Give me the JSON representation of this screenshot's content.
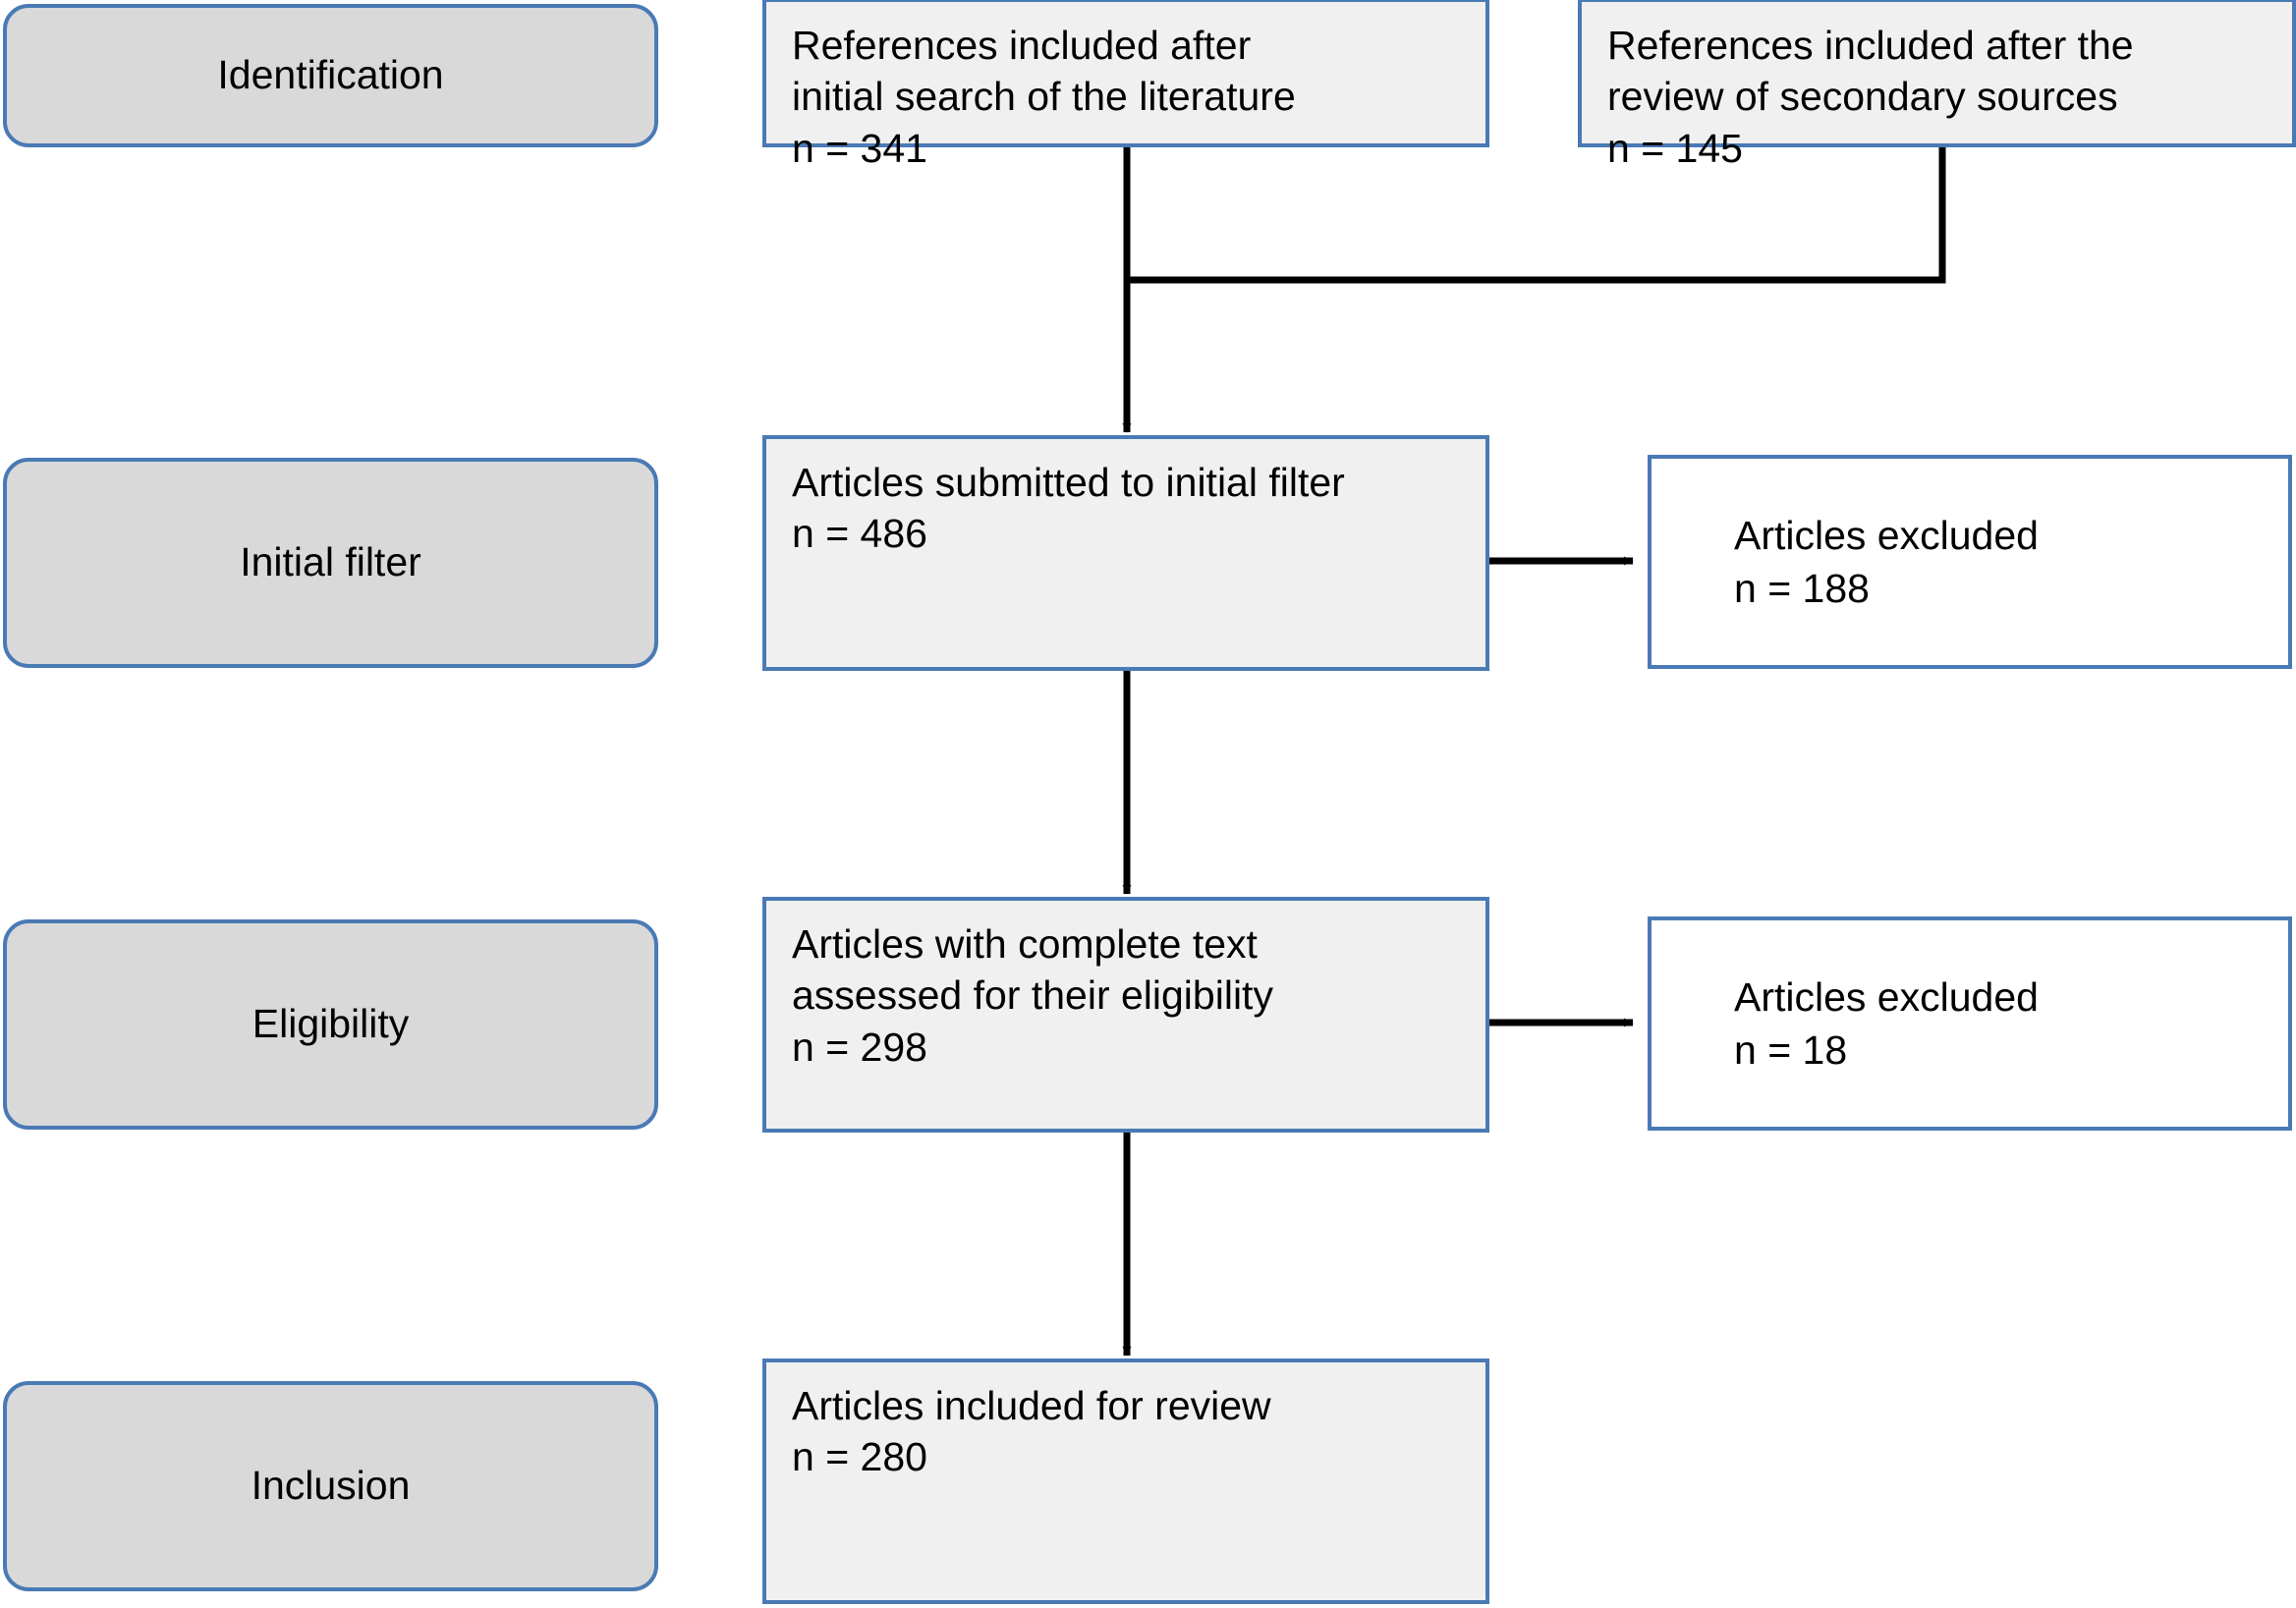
{
  "diagram": {
    "title": "PRISMA study selection flow diagram",
    "colors": {
      "border": "#4a7ab5",
      "stage_fill": "#d9d9d9",
      "content_fill": "#f0f0f0",
      "excluded_fill": "#ffffff",
      "connector": "#000000"
    }
  },
  "stages": [
    {
      "label": "Identification"
    },
    {
      "label": "Initial filter"
    },
    {
      "label": "Eligibility"
    },
    {
      "label": "Inclusion"
    }
  ],
  "sources": [
    {
      "line1": "References included after",
      "line2": "initial search of the literature",
      "count": "n = 341"
    },
    {
      "line1": "References included after the",
      "line2": "review of secondary sources",
      "count": "n = 145"
    }
  ],
  "steps": [
    {
      "line1": "Articles submitted to initial filter",
      "line2": "n = 486",
      "line3": ""
    },
    {
      "line1": "Articles with complete text",
      "line2": "assessed for their eligibility",
      "line3": "n = 298"
    },
    {
      "line1": "Articles included for review",
      "line2": "n = 280",
      "line3": ""
    }
  ],
  "excluded": [
    {
      "label": "Articles excluded",
      "count": "n = 188"
    },
    {
      "label": "Articles excluded",
      "count": "n = 18"
    }
  ],
  "chart_data": {
    "type": "table",
    "title": "PRISMA flow counts",
    "categories": [
      "References included after initial search of the literature",
      "References included after the review of secondary sources",
      "Articles submitted to initial filter",
      "Articles excluded (initial filter)",
      "Articles with complete text assessed for their eligibility",
      "Articles excluded (eligibility)",
      "Articles included for review"
    ],
    "values": [
      341,
      145,
      486,
      188,
      298,
      18,
      280
    ],
    "stages": [
      "Identification",
      "Identification",
      "Initial filter",
      "Initial filter",
      "Eligibility",
      "Eligibility",
      "Inclusion"
    ]
  }
}
